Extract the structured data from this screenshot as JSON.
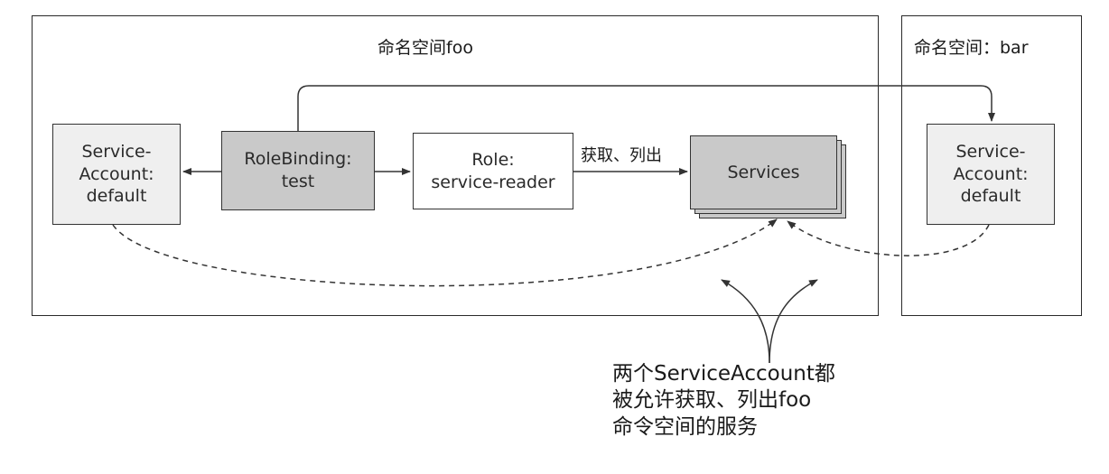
{
  "namespaces": {
    "foo_title": "命名空间foo",
    "bar_title": "命名空间：bar"
  },
  "nodes": {
    "sa_foo": {
      "line1": "Service-",
      "line2": "Account:",
      "line3": "default"
    },
    "rolebinding": {
      "line1": "RoleBinding:",
      "line2": "test"
    },
    "role": {
      "line1": "Role:",
      "line2": "service-reader"
    },
    "services": {
      "label": "Services"
    },
    "sa_bar": {
      "line1": "Service-",
      "line2": "Account:",
      "line3": "default"
    }
  },
  "edges": {
    "role_to_services_label": "获取、列出"
  },
  "annotation": {
    "line1": "两个ServiceAccount都",
    "line2": "被允许获取、列出foo",
    "line3": "命令空间的服务"
  },
  "colors": {
    "light_box": "#efefef",
    "dark_box": "#c9c9c9",
    "line": "#333333"
  }
}
